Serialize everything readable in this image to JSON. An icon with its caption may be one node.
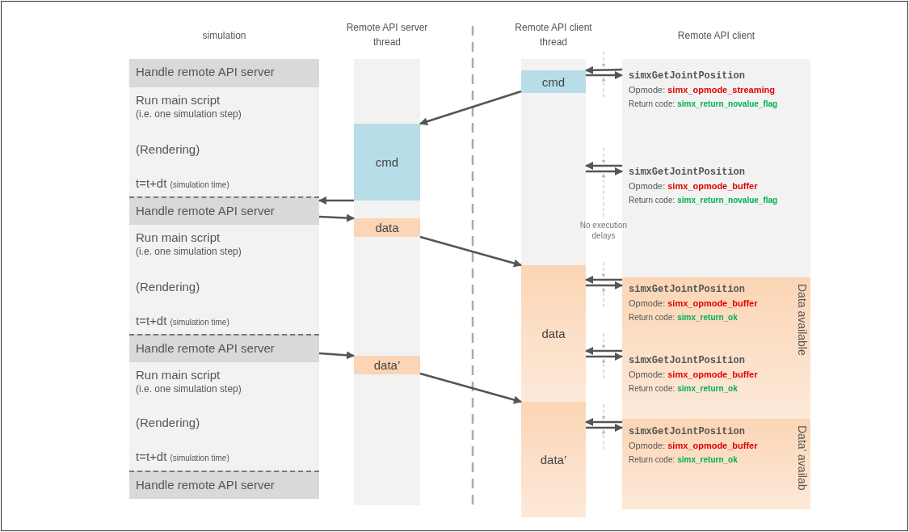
{
  "diagram": {
    "nodes": [
      {
        "text": [
          "simulation"
        ]
      },
      {
        "text": [
          "Handle remote API server"
        ],
        "in": 0
      },
      {
        "text": [
          "Run main script",
          "(i.e. one simulation step)"
        ],
        "in": 0
      },
      {
        "text": [
          "(Rendering)"
        ],
        "in": 0
      },
      {
        "text": [
          "t=t+dt",
          "(simulation time)"
        ],
        "in": 0
      },
      {
        "text": [
          "Handle remote API server"
        ],
        "in": 0
      },
      {
        "text": [
          "Run main script",
          "(i.e. one simulation step)"
        ],
        "in": 0
      },
      {
        "text": [
          "(Rendering)"
        ],
        "in": 0
      },
      {
        "text": [
          "t=t+dt",
          "(simulation time)"
        ],
        "in": 0
      },
      {
        "text": [
          "Handle remote API server"
        ],
        "in": 0
      },
      {
        "text": [
          "Run main script",
          "(i.e. one simulation step)"
        ],
        "in": 0
      },
      {
        "text": [
          "(Rendering)"
        ],
        "in": 0
      },
      {
        "text": [
          "t=t+dt",
          "(simulation time)"
        ],
        "in": 0
      },
      {
        "text": [
          "Handle remote API server"
        ],
        "in": 0
      },
      {
        "text": [
          "Remote API server thread"
        ]
      },
      {
        "text": [
          "cmd"
        ],
        "in": 14
      },
      {
        "text": [
          "data"
        ],
        "in": 14
      },
      {
        "text": [
          "data’"
        ],
        "in": 14
      },
      {
        "text": [
          "Remote API client thread"
        ]
      },
      {
        "text": [
          "cmd"
        ],
        "in": 18
      },
      {
        "text": [
          "data"
        ],
        "in": 18
      },
      {
        "text": [
          "data’"
        ],
        "in": 18
      },
      {
        "text": [
          "Remote API client"
        ]
      },
      {
        "text": [
          "simxGetJointPosition",
          "Opmode:",
          "simx_opmode_streaming",
          "Return code:",
          "simx_return_novalue_flag"
        ],
        "in": 22
      },
      {
        "text": [
          "simxGetJointPosition",
          "Opmode:",
          "simx_opmode_buffer",
          "Return code:",
          "simx_return_novalue_flag"
        ],
        "in": 22
      },
      {
        "text": [
          "Data available"
        ],
        "in": 22
      },
      {
        "text": [
          "simxGetJointPosition",
          "Opmode:",
          "simx_opmode_buffer",
          "Return code:",
          "simx_return_ok"
        ],
        "in": 25
      },
      {
        "text": [
          "simxGetJointPosition",
          "Opmode:",
          "simx_opmode_buffer",
          "Return code:",
          "simx_return_ok"
        ],
        "in": 25
      },
      {
        "text": [
          "Data’ availab"
        ],
        "in": 22
      },
      {
        "text": [
          "simxGetJointPosition",
          "Opmode:",
          "simx_opmode_buffer",
          "Return code:",
          "simx_return_ok"
        ],
        "in": 28
      }
    ],
    "edges": [
      {
        "from": 19,
        "to": 15,
        "arrow": "to"
      },
      {
        "from": 15,
        "to": 5,
        "arrow": "to"
      },
      {
        "from": 5,
        "to": 16,
        "arrow": "to"
      },
      {
        "from": 16,
        "to": 20,
        "arrow": "to"
      },
      {
        "from": 9,
        "to": 17,
        "arrow": "to"
      },
      {
        "from": 17,
        "to": 21,
        "arrow": "to"
      },
      {
        "from": 23,
        "to": 19,
        "arrow": "to"
      },
      {
        "from": 19,
        "to": 23,
        "arrow": "to"
      },
      {
        "from": 24,
        "to": 18,
        "arrow": "to"
      },
      {
        "from": 18,
        "to": 24,
        "arrow": "to"
      },
      {
        "from": 26,
        "to": 20,
        "arrow": "to"
      },
      {
        "from": 20,
        "to": 26,
        "arrow": "to"
      },
      {
        "from": 27,
        "to": 20,
        "arrow": "to"
      },
      {
        "from": 20,
        "to": 27,
        "arrow": "to"
      },
      {
        "from": 29,
        "to": 21,
        "arrow": "to"
      },
      {
        "from": 21,
        "to": 29,
        "arrow": "to"
      }
    ],
    "labels": [
      "No execution delays"
    ]
  }
}
